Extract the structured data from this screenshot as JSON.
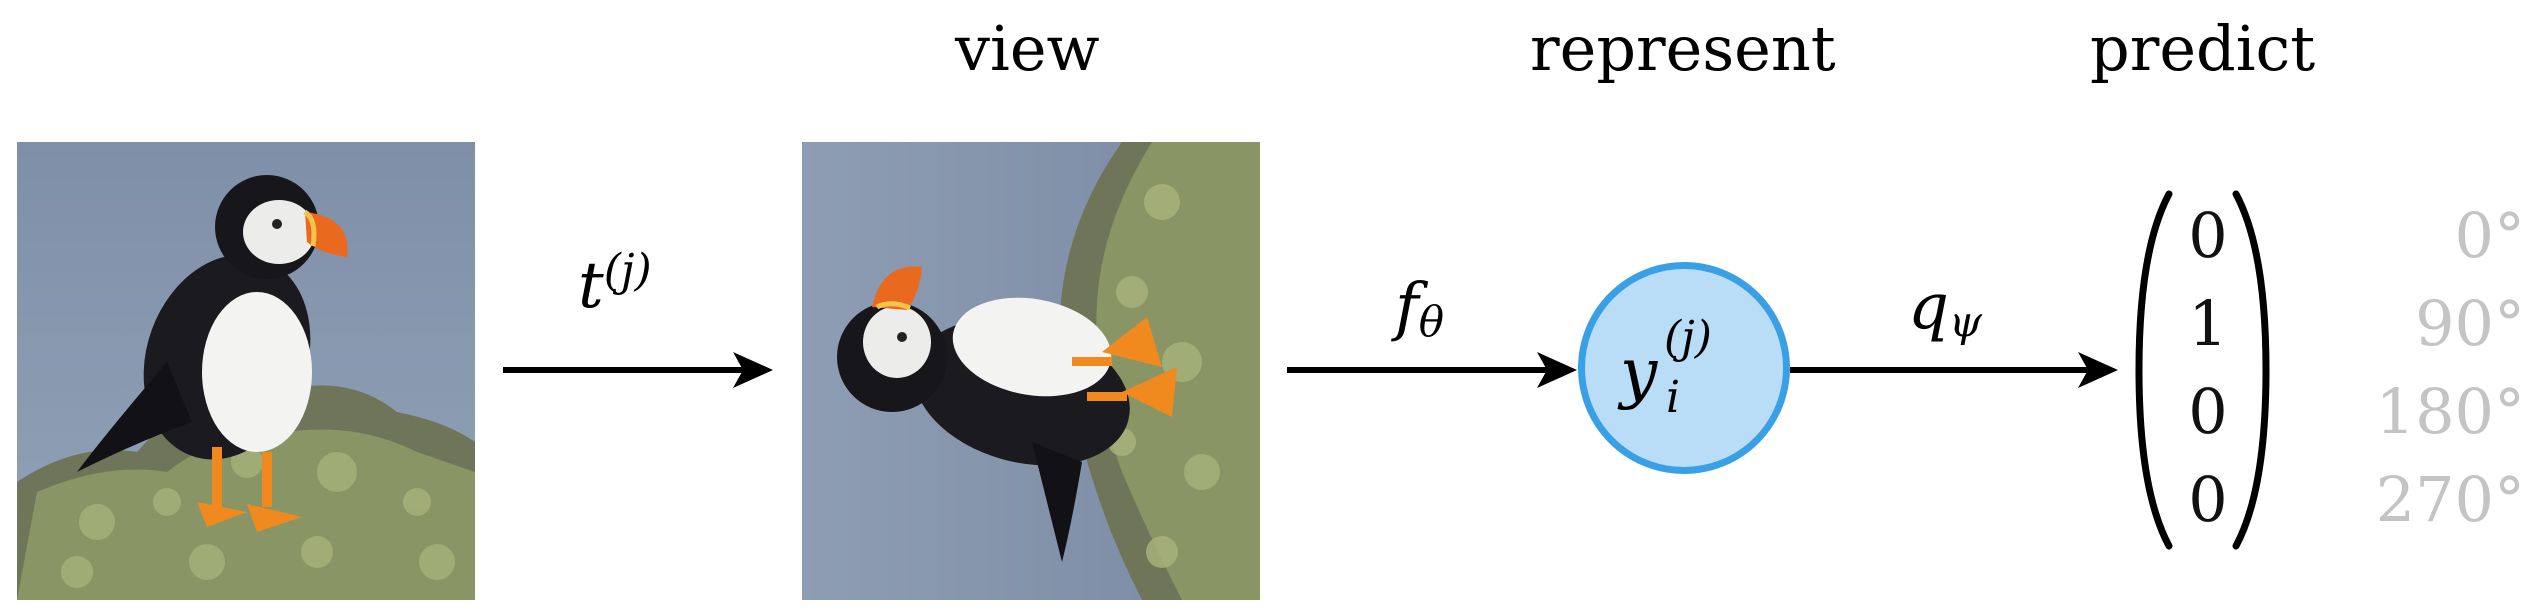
{
  "headings": {
    "view": "view",
    "represent": "represent",
    "predict": "predict"
  },
  "labels": {
    "transform": {
      "base": "t",
      "superscript": "(j)"
    },
    "encoder": {
      "base": "f",
      "subscript": "θ"
    },
    "predictor": {
      "base": "q",
      "subscript": "ψ"
    },
    "representation": {
      "base": "y",
      "subscript": "i",
      "superscript": "(j)"
    }
  },
  "one_hot": [
    "0",
    "1",
    "0",
    "0"
  ],
  "angles": [
    "0°",
    "90°",
    "180°",
    "270°"
  ],
  "colors": {
    "node_fill": "#b9dcf7",
    "node_stroke": "#3aa0e6",
    "angle_text": "#c4c4c4",
    "arrow": "#000000"
  },
  "images": {
    "original": "puffin-photo",
    "rotated": "rotated-puffin-photo"
  }
}
